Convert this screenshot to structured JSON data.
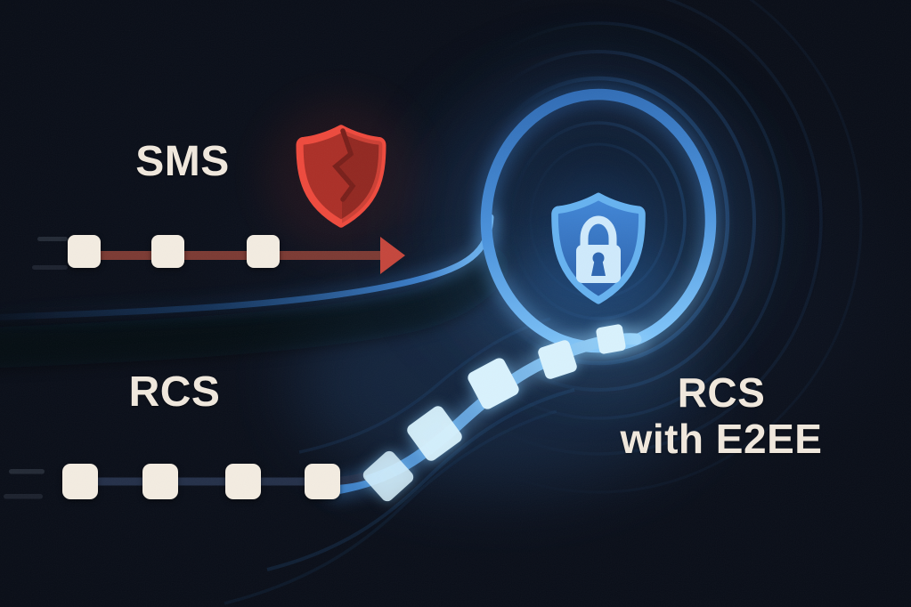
{
  "labels": {
    "sms": "SMS",
    "rcs": "RCS",
    "rcs_e2ee_line1": "RCS",
    "rcs_e2ee_line2": "with E2EE"
  },
  "icons": {
    "broken_shield": "broken-shield-icon",
    "lock_shield": "lock-shield-icon",
    "arrow_right": "arrow-right-icon"
  },
  "flows": {
    "sms": {
      "label": "SMS",
      "message_count": 3,
      "protection": "broken-shield"
    },
    "rcs": {
      "label": "RCS",
      "plain_message_count": 4,
      "encrypted_message_count": 5,
      "protection": "lock-shield"
    },
    "destination_label": "RCS with E2EE"
  },
  "colors": {
    "background": "#0a0f1a",
    "text_cream": "#efe7dc",
    "message_square": "#f3ece1",
    "sms_line": "#7c3a33",
    "sms_arrow": "#c5463c",
    "shield_red_border": "#ee4a3d",
    "shield_red_fill": "#ab2f27",
    "shield_red_crack": "#781f1a",
    "rcs_line": "#243049",
    "path_bright": "#84c9fc",
    "path_mid": "#3f86d6",
    "path_dark": "#1c497f",
    "encrypted_square": "#d9f2fd",
    "shield_blue_border": "#66b2f0",
    "shield_blue_fill_top": "#4187d8",
    "shield_blue_fill_bottom": "#2a5ea6",
    "lock_body": "#cfeafc",
    "lock_keyhole": "#2d66b2",
    "echo_arc": "#2a62a0",
    "streak": "#39414f"
  }
}
